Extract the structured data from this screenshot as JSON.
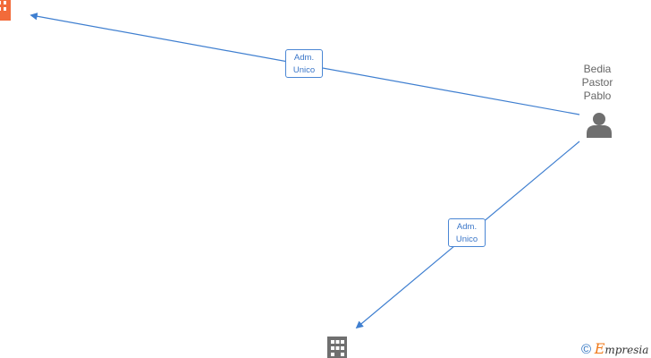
{
  "nodes": {
    "person": {
      "name_lines": [
        "Bedia",
        "Pastor",
        "Pablo"
      ],
      "icon": "person-icon",
      "color": "#6f6f6f"
    },
    "company_top_left": {
      "icon": "building-icon",
      "color": "#f26b3a"
    },
    "company_bottom": {
      "icon": "building-icon",
      "color": "#6f6f6f"
    }
  },
  "edges": [
    {
      "from": "person",
      "to": "company_top_left",
      "label_lines": [
        "Adm.",
        "Unico"
      ]
    },
    {
      "from": "person",
      "to": "company_bottom",
      "label_lines": [
        "Adm.",
        "Unico"
      ]
    }
  ],
  "colors": {
    "edge": "#3f7fd0",
    "accent": "#f26b3a"
  },
  "watermark": {
    "symbol": "©",
    "initial": "E",
    "text": "mpresia"
  }
}
